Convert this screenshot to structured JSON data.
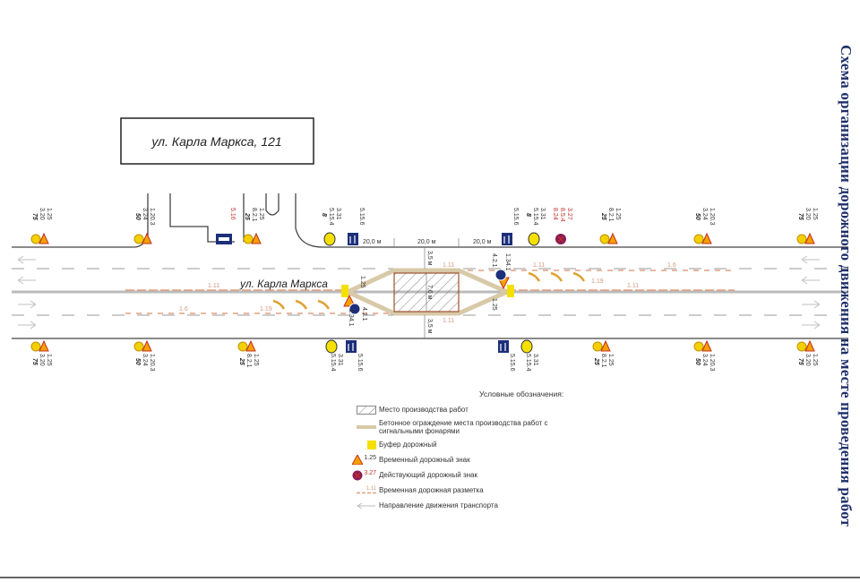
{
  "title": "Схема организации дорожного движения на месте проведения работ",
  "building": "ул. Карла Маркса, 121",
  "street": "ул. Карла Маркса",
  "dimensions": {
    "seg1": "20,0 м",
    "seg2": "20,0 м",
    "seg3": "20,0 м",
    "lane_top": "3,5 м",
    "work_width": "7,6 м",
    "lane_bottom": "3,5 м"
  },
  "markings": {
    "m11": "1.11",
    "m16": "1.6",
    "m119": "1.19"
  },
  "signs_top": [
    {
      "l1": "1.25",
      "l2": "3.20",
      "d": "75"
    },
    {
      "l1": "1.20.3",
      "l2": "3.24",
      "d": "50"
    },
    {
      "l1": "5.16",
      "l2": ""
    },
    {
      "l1": "1.25",
      "l2": "8.2.1",
      "d": "25"
    },
    {
      "l1": "3.31",
      "l2": "5.15.4",
      "d": "8"
    },
    {
      "l1": "5.15.6",
      "l2": ""
    },
    {
      "l1": "5.15.6",
      "l2": ""
    },
    {
      "l1": "3.31",
      "l2": "5.15.4",
      "d": "8"
    },
    {
      "l1": "3.27",
      "l2": "8.5.4",
      "l3": "8.24"
    },
    {
      "l1": "1.25",
      "l2": "8.2.1",
      "d": "25"
    },
    {
      "l1": "1.20.3",
      "l2": "3.24",
      "d": "50"
    },
    {
      "l1": "1.25",
      "l2": "3.20",
      "d": "75"
    }
  ],
  "signs_bottom": [
    {
      "l1": "1.25",
      "l2": "3.20",
      "d": "75"
    },
    {
      "l1": "1.20.3",
      "l2": "3.24",
      "d": "50"
    },
    {
      "l1": "1.25",
      "l2": "8.2.1",
      "d": "25"
    },
    {
      "l1": "3.31",
      "l2": "5.15.4"
    },
    {
      "l1": "5.15.6",
      "l2": ""
    },
    {
      "l1": "5.15.6",
      "l2": ""
    },
    {
      "l1": "3.31",
      "l2": "5.15.4"
    },
    {
      "l1": "1.25",
      "l2": "8.2.1",
      "d": "25"
    },
    {
      "l1": "1.20.3",
      "l2": "3.24",
      "d": "50"
    },
    {
      "l1": "1.25",
      "l2": "3.20",
      "d": "75"
    }
  ],
  "island_signs": {
    "left_a": "1.25",
    "left_b": "4.2.1",
    "left_c": "1.34.1",
    "right_a": "1.25",
    "right_b": "4.2.1",
    "right_c": "1.34.1"
  },
  "legend": {
    "header": "Условные обозначения:",
    "items": [
      {
        "label": "Место производства работ"
      },
      {
        "label": "Бетонное ограждение места производства работ с сигнальными фонарями"
      },
      {
        "label": "Буфер дорожный"
      },
      {
        "code": "1.25",
        "label": "Временный дорожный знак"
      },
      {
        "code": "3.27",
        "label": "Действующий дорожный знак"
      },
      {
        "code": "1.11",
        "label": "Временная дорожная разметка"
      },
      {
        "label": "Направление движения транспорта"
      }
    ]
  },
  "colors": {
    "road_edge": "#555555",
    "marking": "#e0a080",
    "sign_yellow": "#f5d000",
    "sign_blue": "#1c2f7a",
    "prohibit": "#8a1a5a",
    "title": "#1e2f6a"
  }
}
